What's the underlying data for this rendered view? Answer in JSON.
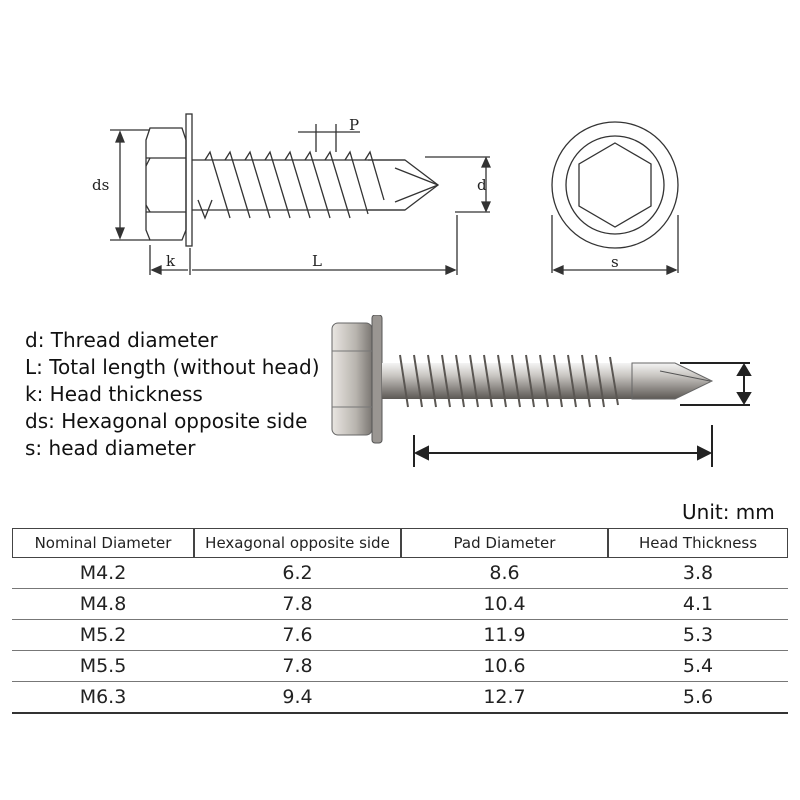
{
  "drawing": {
    "labels": {
      "d": "d",
      "L": "L",
      "k": "k",
      "ds": "ds",
      "s": "s",
      "P": "P"
    }
  },
  "legend": [
    "d: Thread diameter",
    "L: Total length (without head)",
    "k: Head thickness",
    "ds: Hexagonal opposite side",
    "s: head diameter"
  ],
  "unit": "Unit: mm",
  "table": {
    "headers": [
      "Nominal Diameter",
      "Hexagonal opposite side",
      "Pad Diameter",
      "Head Thickness"
    ],
    "rows": [
      [
        "M4.2",
        "6.2",
        "8.6",
        "3.8"
      ],
      [
        "M4.8",
        "7.8",
        "10.4",
        "4.1"
      ],
      [
        "M5.2",
        "7.6",
        "11.9",
        "5.3"
      ],
      [
        "M5.5",
        "7.8",
        "10.6",
        "5.4"
      ],
      [
        "M6.3",
        "9.4",
        "12.7",
        "5.6"
      ]
    ]
  }
}
